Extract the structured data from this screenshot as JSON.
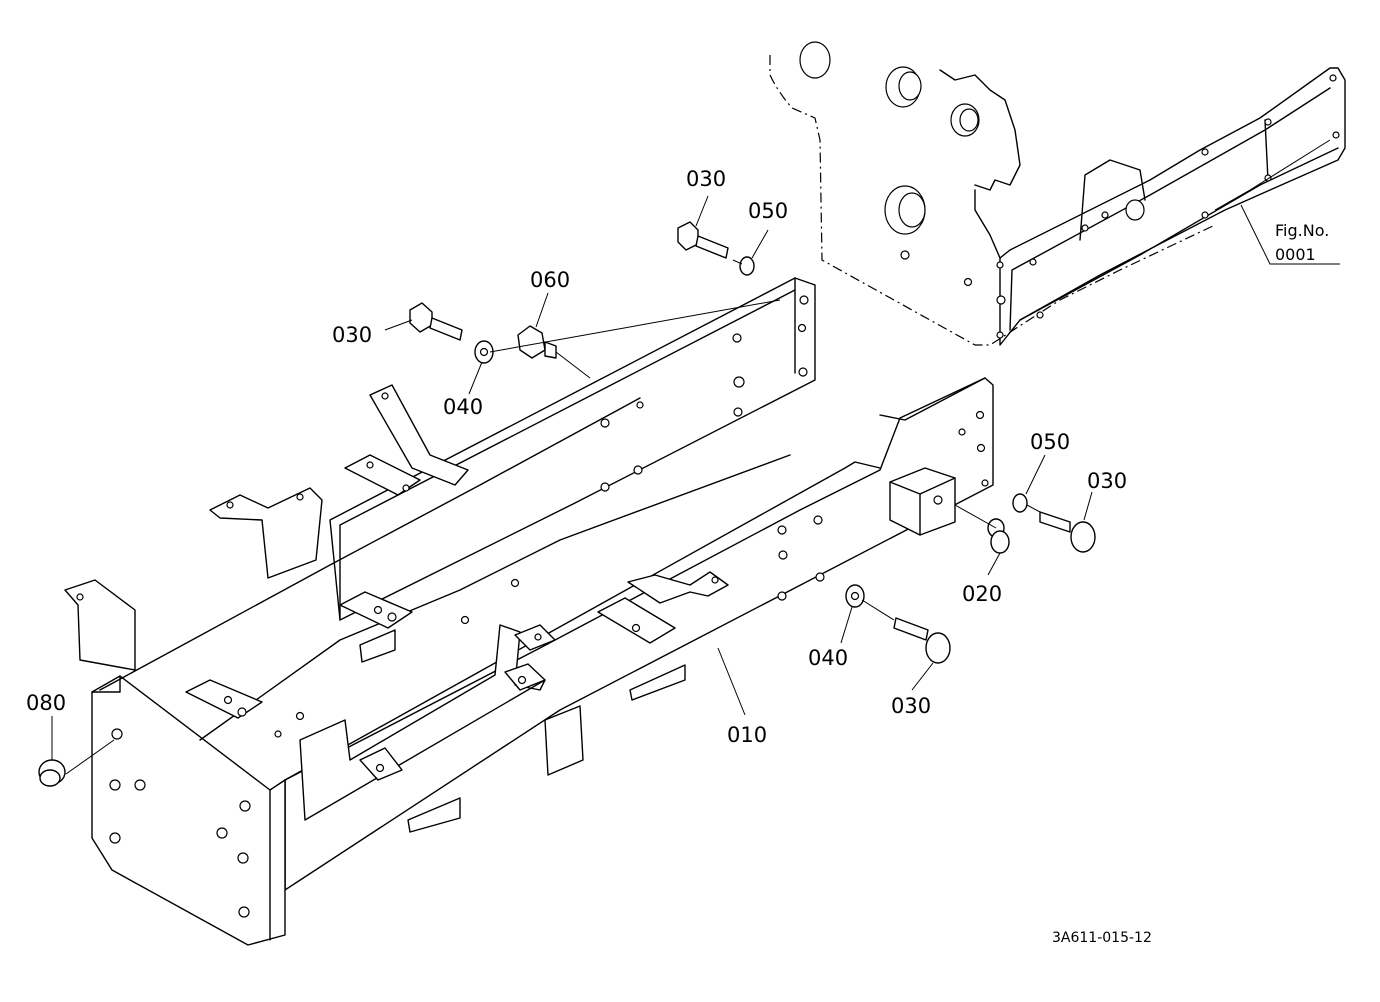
{
  "drawing_code": "3A611-015-12",
  "fig_ref": {
    "label": "Fig.No.",
    "number": "0001"
  },
  "callouts": [
    {
      "id": "c1",
      "text": "030"
    },
    {
      "id": "c2",
      "text": "050"
    },
    {
      "id": "c3",
      "text": "060"
    },
    {
      "id": "c4",
      "text": "030"
    },
    {
      "id": "c5",
      "text": "040"
    },
    {
      "id": "c6",
      "text": "050"
    },
    {
      "id": "c7",
      "text": "030"
    },
    {
      "id": "c8",
      "text": "020"
    },
    {
      "id": "c9",
      "text": "040"
    },
    {
      "id": "c10",
      "text": "030"
    },
    {
      "id": "c11",
      "text": "010"
    },
    {
      "id": "c12",
      "text": "080"
    }
  ]
}
